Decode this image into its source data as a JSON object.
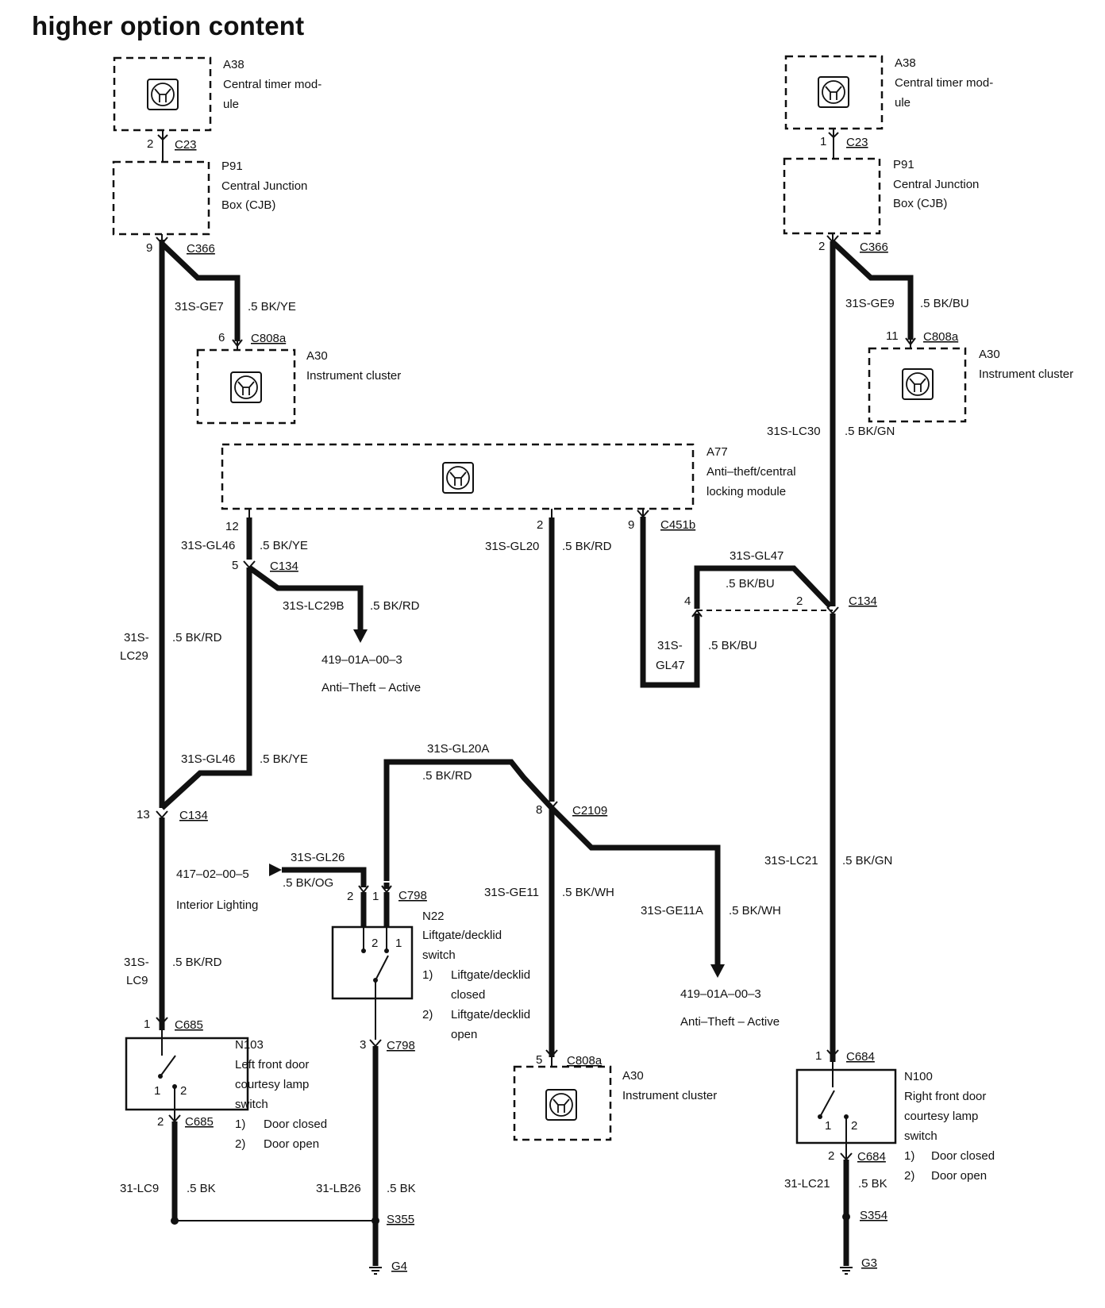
{
  "title": "higher option content",
  "labels": {
    "a38_l_1": "A38",
    "a38_l_2": "Central timer mod-",
    "a38_l_3": "ule",
    "a38_r_1": "A38",
    "a38_r_2": "Central timer mod-",
    "a38_r_3": "ule",
    "p91_l_1": "P91",
    "p91_l_2": "Central Junction",
    "p91_l_3": "Box (CJB)",
    "p91_r_1": "P91",
    "p91_r_2": "Central Junction",
    "p91_r_3": "Box (CJB)",
    "a30_l_1": "A30",
    "a30_l_2": "Instrument cluster",
    "a30_r_1": "A30",
    "a30_r_2": "Instrument cluster",
    "a30_b_1": "A30",
    "a30_b_2": "Instrument cluster",
    "a77_1": "A77",
    "a77_2": "Anti–theft/central",
    "a77_3": "locking module",
    "n22_1": "N22",
    "n22_2": "Liftgate/decklid",
    "n22_3": "switch",
    "n22_o1n": "1)",
    "n22_o1a": "Liftgate/decklid",
    "n22_o1b": "closed",
    "n22_o2n": "2)",
    "n22_o2a": "Liftgate/decklid",
    "n22_o2b": "open",
    "n103_1": "N103",
    "n103_2": "Left front door",
    "n103_3": "courtesy lamp",
    "n103_4": "switch",
    "n103_o1n": "1)",
    "n103_o1": "Door closed",
    "n103_o2n": "2)",
    "n103_o2": "Door open",
    "n100_1": "N100",
    "n100_2": "Right front door",
    "n100_3": "courtesy lamp",
    "n100_4": "switch",
    "n100_o1n": "1)",
    "n100_o1": "Door closed",
    "n100_o2n": "2)",
    "n100_o2": "Door open",
    "ref1_1": "419–01A–00–3",
    "ref1_2": "Anti–Theft – Active",
    "ref2_1": "419–01A–00–3",
    "ref2_2": "Anti–Theft – Active",
    "ref3_1": "417–02–00–5",
    "ref3_2": "Interior Lighting"
  },
  "connectors": {
    "c23_l": "C23",
    "c23_r": "C23",
    "c366_l": "C366",
    "c366_r": "C366",
    "c808a_l": "C808a",
    "c808a_r": "C808a",
    "c808a_b": "C808a",
    "c134_a": "C134",
    "c134_b": "C134",
    "c134_c": "C134",
    "c451b": "C451b",
    "c2109": "C2109",
    "c798_t": "C798",
    "c798_b": "C798",
    "c685_t": "C685",
    "c685_b": "C685",
    "c684_t": "C684",
    "c684_b": "C684",
    "s355": "S355",
    "s354": "S354",
    "g4": "G4",
    "g3": "G3"
  },
  "pins": {
    "p_c23_l": "2",
    "p_c23_r": "1",
    "p_c366_l": "9",
    "p_c366_r": "2",
    "p_c808a_l": "6",
    "p_c808a_r": "11",
    "p_a77_12": "12",
    "p_a77_2": "2",
    "p_a77_9": "9",
    "p_c134_5": "5",
    "p_c134_4": "4",
    "p_c134_2": "2",
    "p_c134_13": "13",
    "p_c2109": "8",
    "p_c798_2": "2",
    "p_c798_1": "1",
    "p_c798_3": "3",
    "p_c808a_b": "5",
    "p_c685_1": "1",
    "p_c685_2": "2",
    "p_c684_1": "1",
    "p_c684_2": "2",
    "sw_n22_2": "2",
    "sw_n22_1": "1",
    "sw_n103_1": "1",
    "sw_n103_2": "2",
    "sw_n100_1": "1",
    "sw_n100_2": "2"
  },
  "wires": {
    "ge7": "31S-GE7",
    "ge7_s": ".5 BK/YE",
    "ge9": "31S-GE9",
    "ge9_s": ".5 BK/BU",
    "lc30": "31S-LC30",
    "lc30_s": ".5 BK/GN",
    "gl46a": "31S-GL46",
    "gl46a_s": ".5 BK/YE",
    "gl20": "31S-GL20",
    "gl20_s": ".5 BK/RD",
    "gl47": "31S-GL47",
    "gl47_s": ".5 BK/BU",
    "gl47v_1": "31S-",
    "gl47v_2": "GL47",
    "gl47v_s": ".5 BK/BU",
    "lc29b": "31S-LC29B",
    "lc29b_s": ".5 BK/RD",
    "lc29_1": "31S-",
    "lc29_2": "LC29",
    "lc29_s": ".5 BK/RD",
    "gl46b": "31S-GL46",
    "gl46b_s": ".5 BK/YE",
    "gl20a": "31S-GL20A",
    "gl20a_s": ".5 BK/RD",
    "gl26": "31S-GL26",
    "gl26_s": ".5 BK/OG",
    "ge11": "31S-GE11",
    "ge11_s": ".5 BK/WH",
    "ge11a": "31S-GE11A",
    "ge11a_s": ".5 BK/WH",
    "lc21": "31S-LC21",
    "lc21_s": ".5 BK/GN",
    "lc9_1": "31S-",
    "lc9_2": "LC9",
    "lc9_s": ".5 BK/RD",
    "lc9g": "31-LC9",
    "lc9g_s": ".5 BK",
    "lb26": "31-LB26",
    "lb26_s": ".5 BK",
    "lc21g": "31-LC21",
    "lc21g_s": ".5 BK"
  }
}
